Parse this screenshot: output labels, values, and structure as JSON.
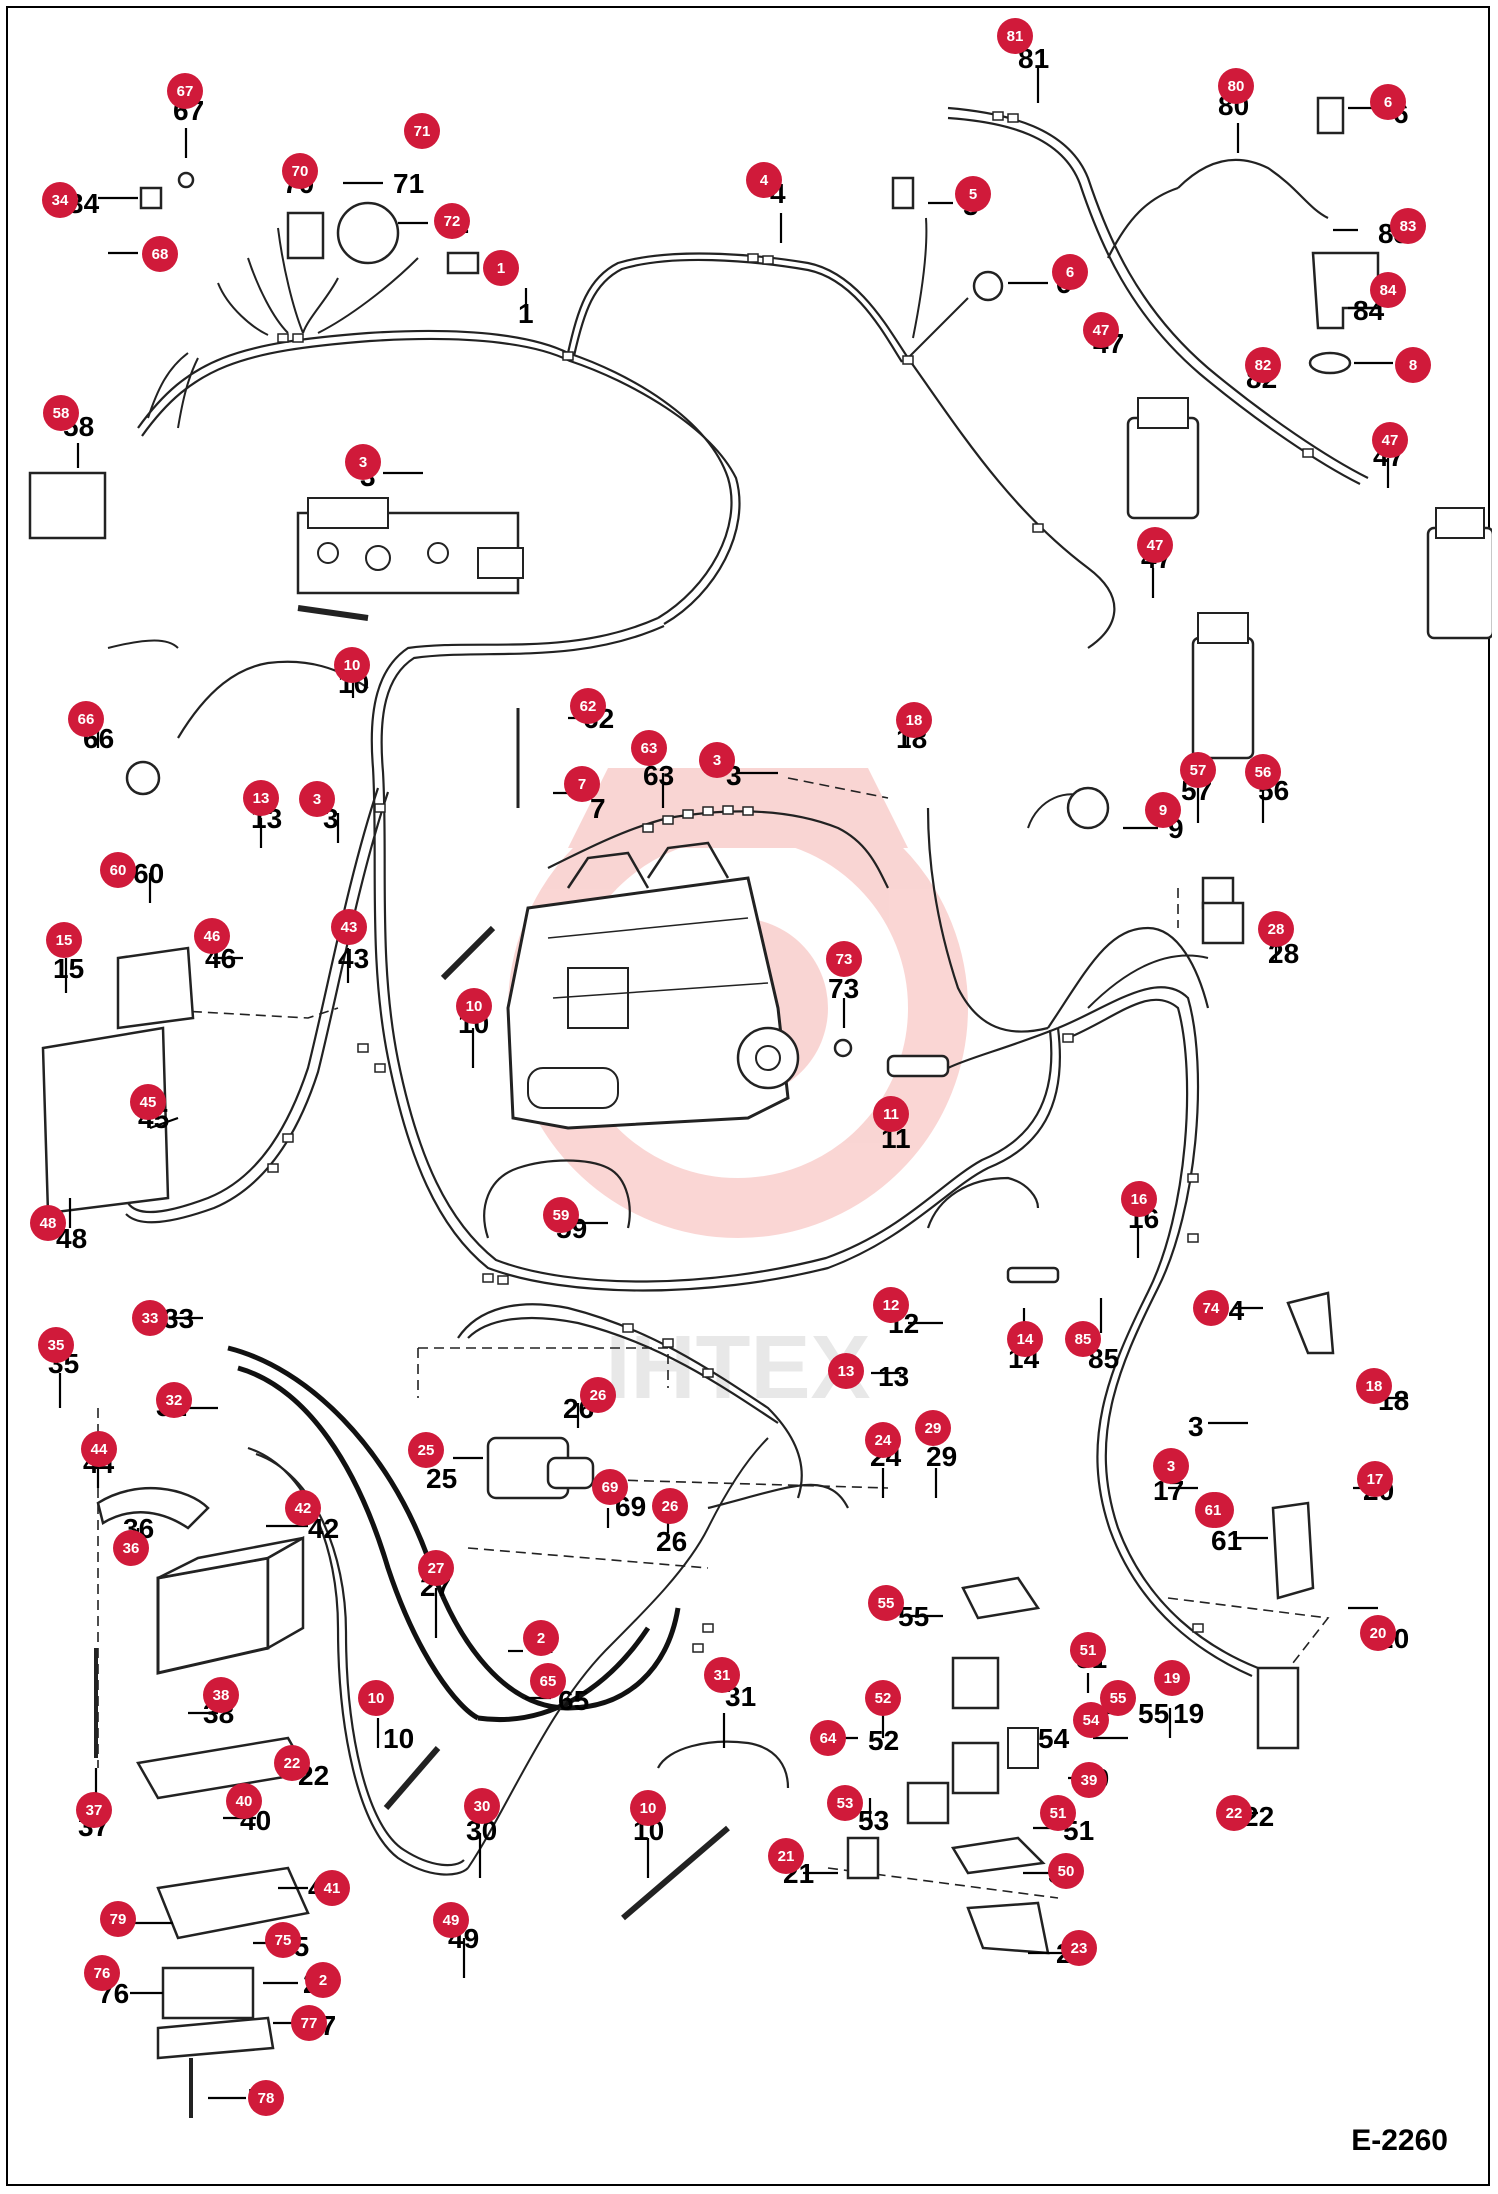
{
  "diagram_code": "E-2260",
  "watermark": "IHTEX",
  "colors": {
    "badge": "#D01A3A",
    "watermark": "#E8453C",
    "line": "#222222"
  },
  "callouts": [
    {
      "id": "81",
      "label": "81"
    },
    {
      "id": "80",
      "label": "80"
    },
    {
      "id": "6a",
      "label": "6"
    },
    {
      "id": "67",
      "label": "67"
    },
    {
      "id": "71",
      "label": "71"
    },
    {
      "id": "70",
      "label": "70"
    },
    {
      "id": "34",
      "label": "34"
    },
    {
      "id": "72",
      "label": "72"
    },
    {
      "id": "68",
      "label": "68"
    },
    {
      "id": "4",
      "label": "4"
    },
    {
      "id": "5",
      "label": "5"
    },
    {
      "id": "83",
      "label": "83"
    },
    {
      "id": "1",
      "label": "1"
    },
    {
      "id": "6b",
      "label": "6"
    },
    {
      "id": "84",
      "label": "84"
    },
    {
      "id": "47a",
      "label": "47"
    },
    {
      "id": "82",
      "label": "82"
    },
    {
      "id": "8",
      "label": "8"
    },
    {
      "id": "58",
      "label": "58"
    },
    {
      "id": "3a",
      "label": "3"
    },
    {
      "id": "47b",
      "label": "47"
    },
    {
      "id": "47c",
      "label": "47"
    },
    {
      "id": "10a",
      "label": "10"
    },
    {
      "id": "66",
      "label": "66"
    },
    {
      "id": "62",
      "label": "62"
    },
    {
      "id": "18a",
      "label": "18"
    },
    {
      "id": "63",
      "label": "63"
    },
    {
      "id": "3b",
      "label": "3"
    },
    {
      "id": "57",
      "label": "57"
    },
    {
      "id": "56",
      "label": "56"
    },
    {
      "id": "13a",
      "label": "13"
    },
    {
      "id": "3c",
      "label": "3"
    },
    {
      "id": "7",
      "label": "7"
    },
    {
      "id": "9",
      "label": "9"
    },
    {
      "id": "60",
      "label": "60"
    },
    {
      "id": "15",
      "label": "15"
    },
    {
      "id": "46",
      "label": "46"
    },
    {
      "id": "43",
      "label": "43"
    },
    {
      "id": "28",
      "label": "28"
    },
    {
      "id": "73",
      "label": "73"
    },
    {
      "id": "10b",
      "label": "10"
    },
    {
      "id": "45",
      "label": "45"
    },
    {
      "id": "11",
      "label": "11"
    },
    {
      "id": "48",
      "label": "48"
    },
    {
      "id": "59",
      "label": "59"
    },
    {
      "id": "16",
      "label": "16"
    },
    {
      "id": "33",
      "label": "33"
    },
    {
      "id": "12",
      "label": "12"
    },
    {
      "id": "74",
      "label": "74"
    },
    {
      "id": "35",
      "label": "35"
    },
    {
      "id": "14",
      "label": "14"
    },
    {
      "id": "85",
      "label": "85"
    },
    {
      "id": "13b",
      "label": "13"
    },
    {
      "id": "26a",
      "label": "26"
    },
    {
      "id": "32",
      "label": "32"
    },
    {
      "id": "18b",
      "label": "18"
    },
    {
      "id": "44",
      "label": "44"
    },
    {
      "id": "25",
      "label": "25"
    },
    {
      "id": "24",
      "label": "24"
    },
    {
      "id": "29",
      "label": "29"
    },
    {
      "id": "3d",
      "label": "3"
    },
    {
      "id": "69",
      "label": "69"
    },
    {
      "id": "17",
      "label": "17"
    },
    {
      "id": "20a",
      "label": "20"
    },
    {
      "id": "36",
      "label": "36"
    },
    {
      "id": "42",
      "label": "42"
    },
    {
      "id": "26b",
      "label": "26"
    },
    {
      "id": "61",
      "label": "61"
    },
    {
      "id": "27",
      "label": "27"
    },
    {
      "id": "55a",
      "label": "55"
    },
    {
      "id": "20b",
      "label": "20"
    },
    {
      "id": "2a",
      "label": "2"
    },
    {
      "id": "65",
      "label": "65"
    },
    {
      "id": "31",
      "label": "31"
    },
    {
      "id": "51a",
      "label": "51"
    },
    {
      "id": "19",
      "label": "19"
    },
    {
      "id": "38",
      "label": "38"
    },
    {
      "id": "55b",
      "label": "55"
    },
    {
      "id": "10c",
      "label": "10"
    },
    {
      "id": "52",
      "label": "52"
    },
    {
      "id": "54",
      "label": "54"
    },
    {
      "id": "64",
      "label": "64"
    },
    {
      "id": "39",
      "label": "39"
    },
    {
      "id": "22a",
      "label": "22"
    },
    {
      "id": "53",
      "label": "53"
    },
    {
      "id": "40",
      "label": "40"
    },
    {
      "id": "30",
      "label": "30"
    },
    {
      "id": "10d",
      "label": "10"
    },
    {
      "id": "51b",
      "label": "51"
    },
    {
      "id": "22b",
      "label": "22"
    },
    {
      "id": "37",
      "label": "37"
    },
    {
      "id": "21",
      "label": "21"
    },
    {
      "id": "50",
      "label": "50"
    },
    {
      "id": "41",
      "label": "41"
    },
    {
      "id": "79",
      "label": "79"
    },
    {
      "id": "49",
      "label": "49"
    },
    {
      "id": "75",
      "label": "75"
    },
    {
      "id": "23",
      "label": "23"
    },
    {
      "id": "76",
      "label": "76"
    },
    {
      "id": "2b",
      "label": "2"
    },
    {
      "id": "77",
      "label": "77"
    },
    {
      "id": "78",
      "label": "78"
    }
  ]
}
